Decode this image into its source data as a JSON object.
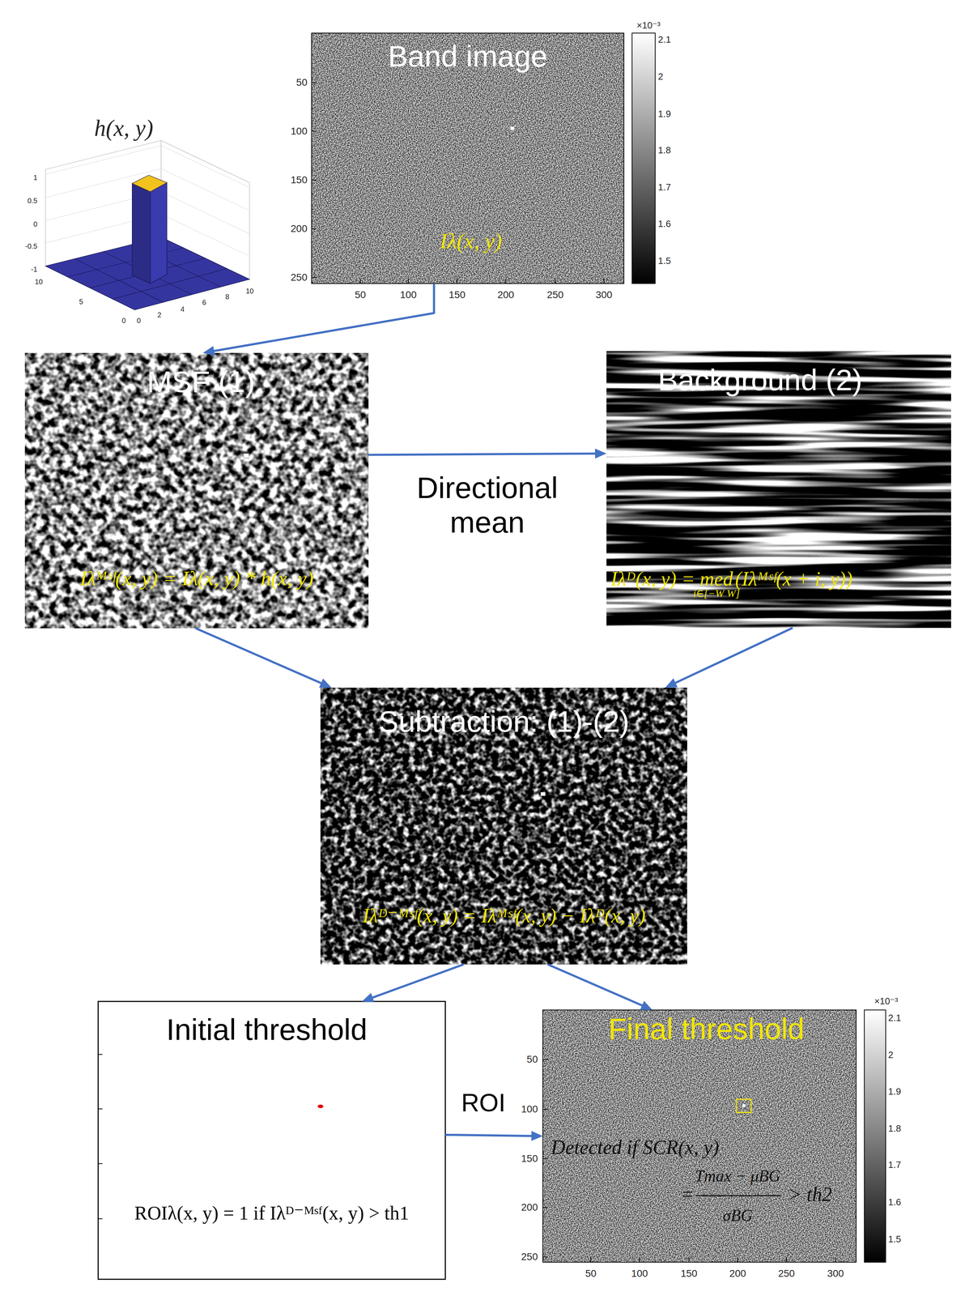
{
  "diagram": {
    "nodes": [
      {
        "text": [
          "Band image",
          "Iλ(x, y)"
        ]
      },
      {
        "text": [
          "MSF (1)",
          "Iλᴹˢᶠ(x, y) = Iλ(x, y) * h(x, y)"
        ]
      },
      {
        "text": [
          "Background (2)",
          "Iλᴰ(x, y) =",
          "med",
          "(Iλᴹˢᶠ(x + i, y))",
          "i∈[−W W]"
        ]
      },
      {
        "text": [
          "Subtraction: (1)-(2)",
          "Iλᴰ⁻ᴹˢᶠ(x, y) = Iλᴹˢᶠ(x, y) − Iλᴰ(x, y)"
        ]
      },
      {
        "text": [
          "Initial threshold",
          "ROIλ(x, y) = 1 if Iλᴰ⁻ᴹˢᶠ(x, y) > th1"
        ]
      },
      {
        "text": [
          "Final threshold",
          "Detected if SCR(x, y)",
          "=",
          "Tmax − μBG",
          "σBG",
          "> th2"
        ]
      }
    ],
    "edges": [
      {
        "from": 0,
        "to": 1,
        "arrow": "to"
      },
      {
        "from": 1,
        "to": 2,
        "label": "Directional mean",
        "arrow": "to"
      },
      {
        "from": 1,
        "to": 3,
        "arrow": "to"
      },
      {
        "from": 2,
        "to": 3,
        "arrow": "to"
      },
      {
        "from": 3,
        "to": 4,
        "arrow": "to"
      },
      {
        "from": 3,
        "to": 5,
        "arrow": "to"
      },
      {
        "from": 4,
        "to": 5,
        "label": "ROI",
        "arrow": "to"
      }
    ],
    "labels": [
      "×10⁻³",
      "2.1",
      "2",
      "1.9",
      "1.8",
      "1.7",
      "1.6",
      "1.5",
      "50",
      "100",
      "150",
      "200",
      "250",
      "50",
      "100",
      "150",
      "200",
      "250",
      "300",
      "h(x, y)",
      "1",
      "0.5",
      "0",
      "-0.5",
      "-1",
      "10",
      "5",
      "0",
      "0",
      "2",
      "4",
      "6",
      "8",
      "10",
      "×10⁻³",
      "2.1",
      "2",
      "1.9",
      "1.8",
      "1.7",
      "1.6",
      "1.5",
      "50",
      "100",
      "150",
      "200",
      "250",
      "50",
      "100",
      "150",
      "200",
      "250",
      "300"
    ]
  }
}
